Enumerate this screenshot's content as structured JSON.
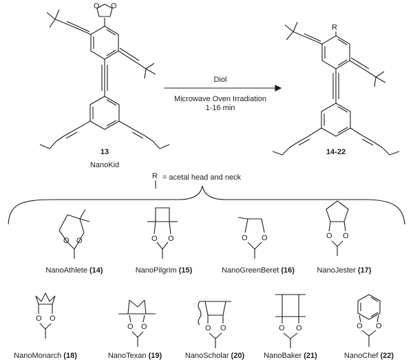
{
  "reaction": {
    "reactant_number": "13",
    "reactant_name": "NanoKid",
    "reagent": "Diol",
    "condition": "Microwave Oven Irradiation",
    "time": "1-16 min",
    "product_numbers": "14-22",
    "r_symbol": "R",
    "r_legend_symbol": "R",
    "r_legend_text": "= acetal head and neck"
  },
  "variants": [
    {
      "name": "NanoAthlete",
      "number": "(14)"
    },
    {
      "name": "NanoPilgrim",
      "number": "(15)"
    },
    {
      "name": "NanoGreenBeret",
      "number": "(16)"
    },
    {
      "name": "NanoJester",
      "number": "(17)"
    },
    {
      "name": "NanoMonarch",
      "number": "(18)"
    },
    {
      "name": "NanoTexan",
      "number": "(19)"
    },
    {
      "name": "NanoScholar",
      "number": "(20)"
    },
    {
      "name": "NanoBaker",
      "number": "(21)"
    },
    {
      "name": "NanoChef",
      "number": "(22)"
    }
  ],
  "atoms": {
    "oxygen": "O"
  }
}
